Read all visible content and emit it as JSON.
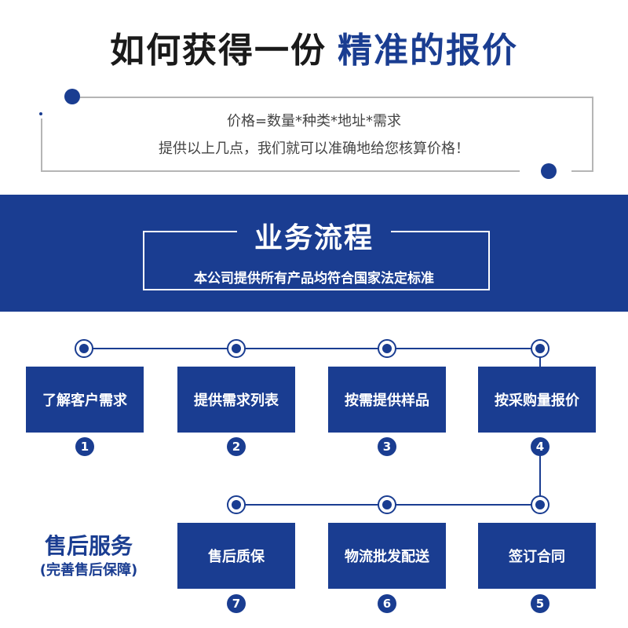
{
  "header": {
    "title_part1": "如何获得一份",
    "title_part2": "精准的报价"
  },
  "info": {
    "line1": "价格=数量*种类*地址*需求",
    "line2": "提供以上几点，我们就可以准确地给您核算价格！"
  },
  "process": {
    "heading": "业务流程",
    "subheading": "本公司提供所有产品均符合国家法定标准"
  },
  "steps": [
    {
      "label": "了解客户需求",
      "number": "1"
    },
    {
      "label": "提供需求列表",
      "number": "2"
    },
    {
      "label": "按需提供样品",
      "number": "3"
    },
    {
      "label": "按采购量报价",
      "number": "4"
    },
    {
      "label": "签订合同",
      "number": "5"
    },
    {
      "label": "物流批发配送",
      "number": "6"
    },
    {
      "label": "售后质保",
      "number": "7"
    }
  ],
  "after_sales": {
    "title": "售后服务",
    "subtitle": "(完善售后保障)"
  },
  "colors": {
    "brand_blue": "#1a3d91",
    "text_dark": "#1a1a1a",
    "text_gray": "#444444",
    "frame_gray": "#b5b5b5"
  }
}
